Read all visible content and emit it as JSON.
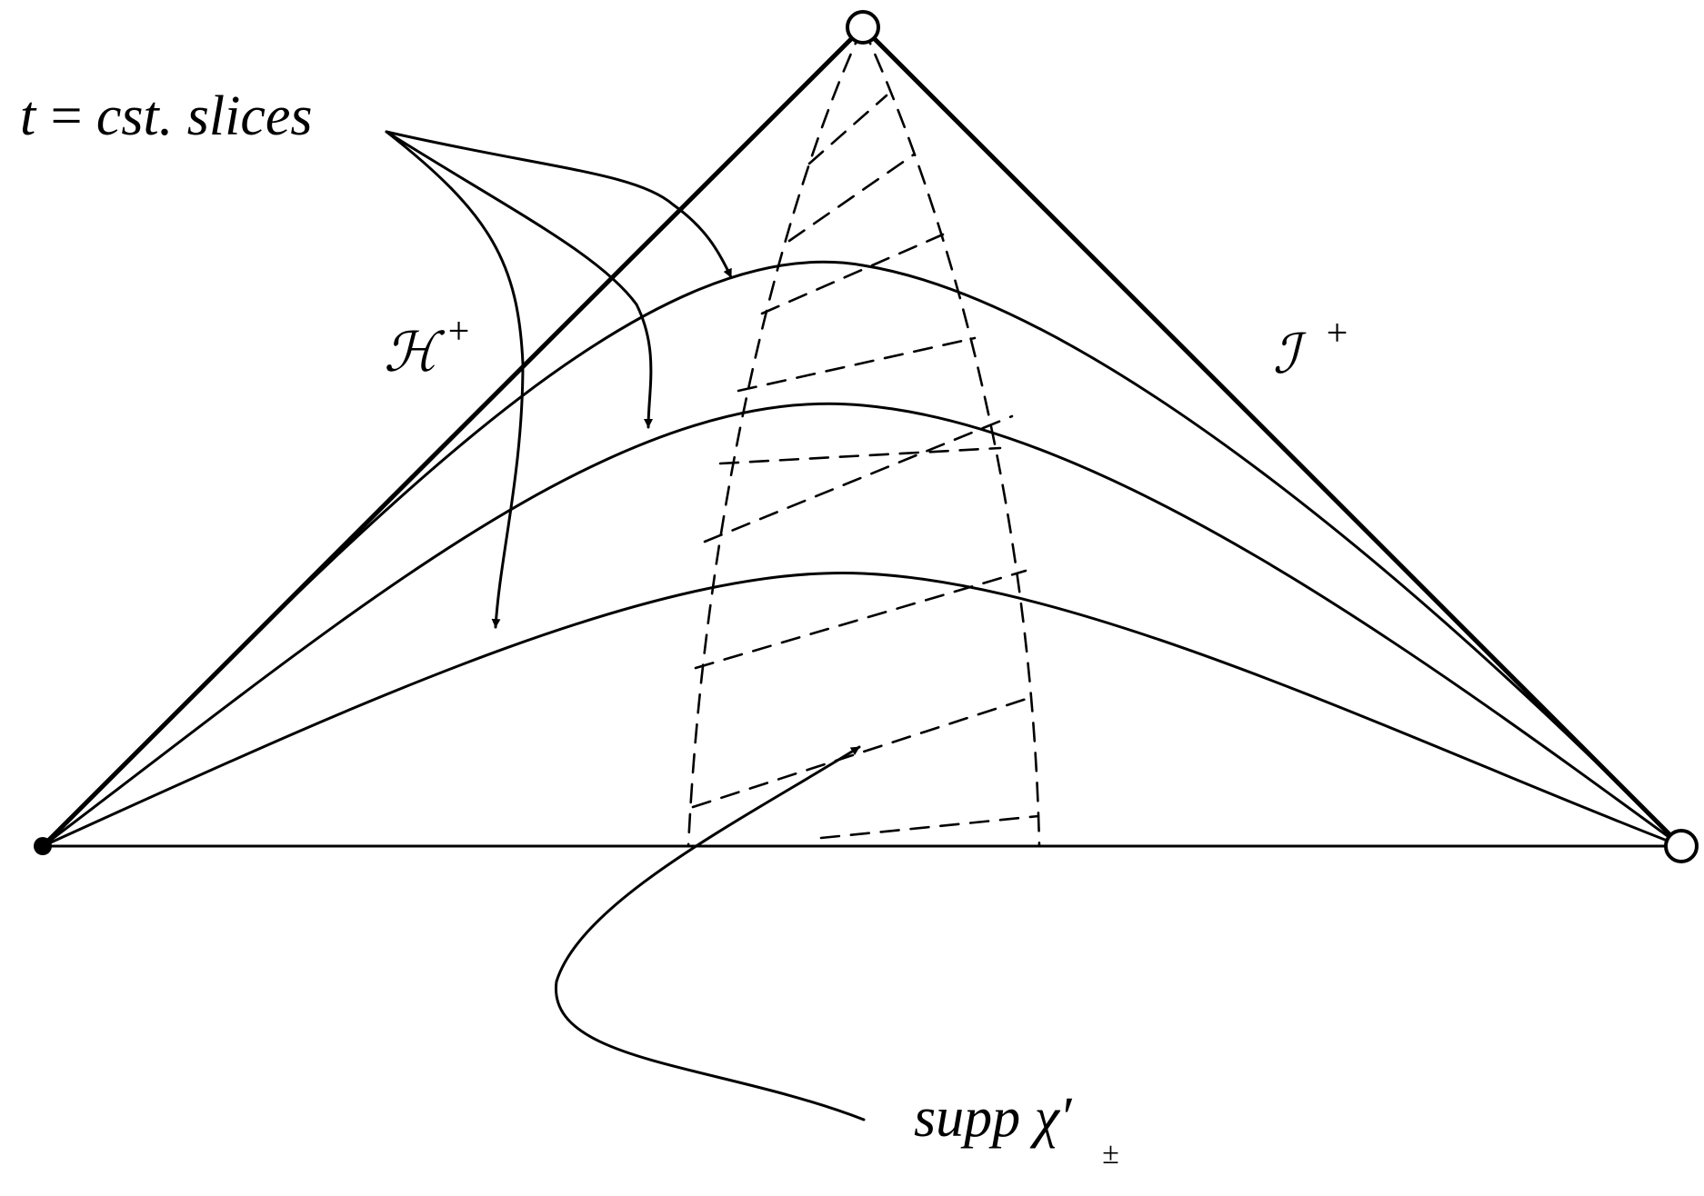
{
  "labels": {
    "slices": "t = cst. slices",
    "horizon": "ℋ",
    "horizon_sup": "+",
    "scri": "ℐ",
    "scri_sup": "+",
    "support": "supp χ′",
    "support_sub": "±"
  },
  "colors": {
    "ink": "#000000",
    "background": "#ffffff"
  }
}
